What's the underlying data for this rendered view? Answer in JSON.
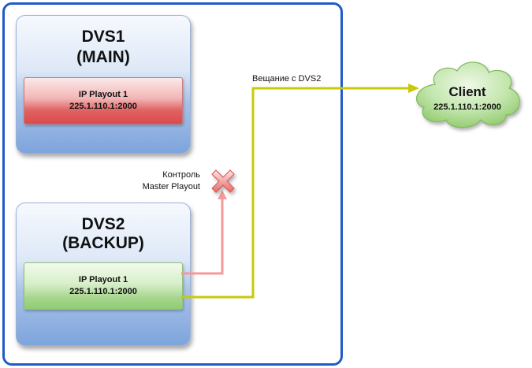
{
  "servers": [
    {
      "title_line1": "DVS1",
      "title_line2": "(MAIN)",
      "playout": {
        "name": "IP Playout 1",
        "address": "225.1.110.1:2000"
      }
    },
    {
      "title_line1": "DVS2",
      "title_line2": "(BACKUP)",
      "playout": {
        "name": "IP Playout 1",
        "address": "225.1.110.1:2000"
      }
    }
  ],
  "client": {
    "title": "Client",
    "address": "225.1.110.1:2000"
  },
  "control_link": {
    "label_line1": "Контроль",
    "label_line2": "Master Playout",
    "status_icon": "red-x-icon"
  },
  "broadcast_link": {
    "label": "Вещание с DVS2"
  },
  "colors": {
    "frame": "#1f5bc9",
    "control_line": "#f39a9a",
    "broadcast_line": "#c9c90a",
    "main_playout": "#e06464",
    "backup_playout": "#a8d68f",
    "cloud": "#9ed17d"
  }
}
